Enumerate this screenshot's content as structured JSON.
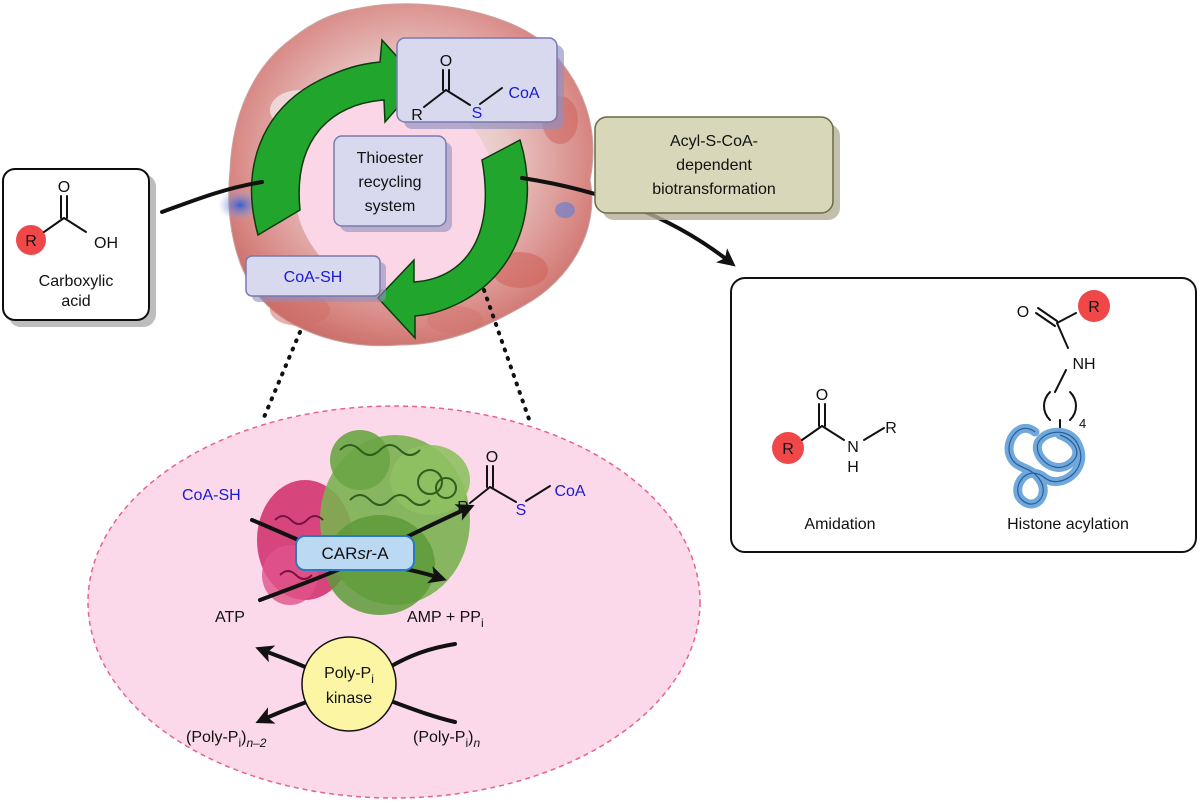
{
  "carboxylic": {
    "name_line1": "Carboxylic",
    "name_line2": "acid",
    "atom_o": "O",
    "atom_oh": "OH",
    "atom_r": "R"
  },
  "acyl_coa": {
    "atom_o": "O",
    "atom_r": "R",
    "atom_s": "S",
    "coa": "CoA"
  },
  "recycling": {
    "line1": "Thioester",
    "line2": "recycling",
    "line3": "system"
  },
  "coash_box": "CoA-SH",
  "biotransformation": {
    "line1": "Acyl-S-CoA-",
    "line2": "dependent",
    "line3": "biotransformation"
  },
  "products": {
    "amidation_label": "Amidation",
    "histone_label": "Histone acylation",
    "atom_o": "O",
    "atom_r": "R",
    "atom_n": "N",
    "atom_h": "H",
    "atom_nh": "NH",
    "subscript_4": "4"
  },
  "inset": {
    "coash": "CoA-SH",
    "enzyme_prefix": "CAR",
    "enzyme_italic": "sr",
    "enzyme_suffix": "-A",
    "atp": "ATP",
    "amp": "AMP + PP",
    "amp_sub": "i",
    "kinase_line1": "Poly-P",
    "kinase_sub": "i",
    "kinase_line2": "kinase",
    "polyp_left": "(Poly-P",
    "polyp_left_sub1": "i",
    "polyp_left_close": ")",
    "polyp_left_sub2": "n–2",
    "polyp_right": "(Poly-P",
    "polyp_right_sub1": "i",
    "polyp_right_close": ")",
    "polyp_right_sub2": "n",
    "acyl_o": "O",
    "acyl_r": "R",
    "acyl_s": "S",
    "acyl_coa": "CoA"
  },
  "colors": {
    "green_arrow": "#22a52c",
    "lavender_box": "#d8d8ef",
    "olive_box": "#d9d7b9",
    "pink_inset": "#fbd9ea",
    "red_r": "#f04848",
    "kinase_fill": "#fcf6a4",
    "enzyme_box": "#bcd9f3",
    "blue_text": "#1a1ad6"
  }
}
